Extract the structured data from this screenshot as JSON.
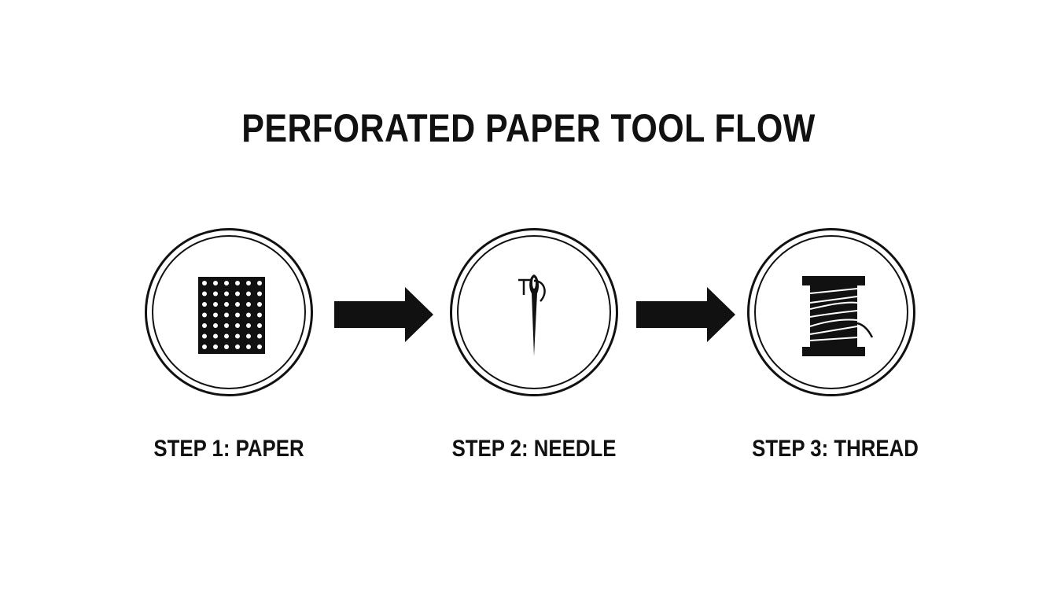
{
  "title": "PERFORATED PAPER TOOL FLOW",
  "steps": [
    {
      "label": "STEP 1: PAPER",
      "icon": "perforated-paper-icon"
    },
    {
      "label": "STEP 2: NEEDLE",
      "icon": "needle-icon"
    },
    {
      "label": "STEP 3: THREAD",
      "icon": "thread-spool-icon"
    }
  ],
  "connectors": [
    "arrow-right-icon",
    "arrow-right-icon"
  ],
  "colors": {
    "ink": "#111111",
    "background": "#ffffff"
  }
}
